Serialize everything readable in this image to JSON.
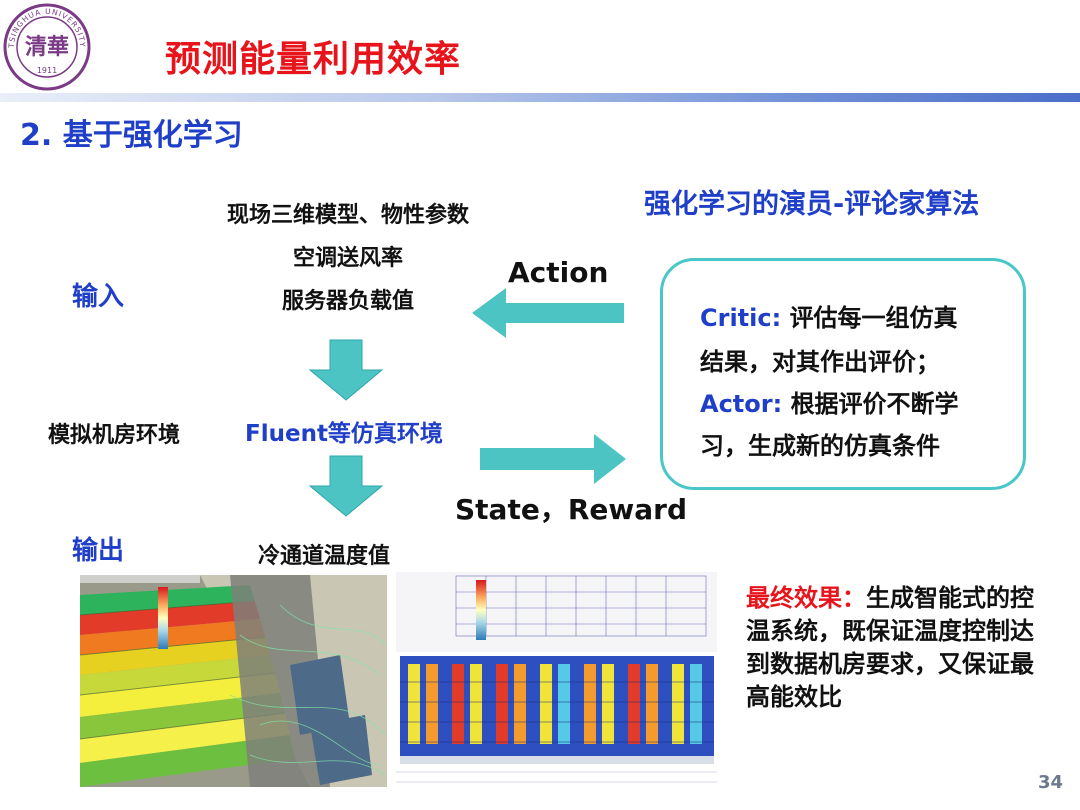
{
  "header": {
    "title": "预测能量利用效率",
    "logo": {
      "text_top": "TSINGHUA UNIVERSITY",
      "year": "1911",
      "center": "清華"
    }
  },
  "subtitle": "2. 基于强化学习",
  "flow": {
    "input_label": "输入",
    "output_label": "输出",
    "input_lines": [
      "现场三维模型、物性参数",
      "空调送风率",
      "服务器负载值"
    ],
    "sim_left": "模拟机房环境",
    "sim_center": "Fluent等仿真环境",
    "output_text": "冷通道温度值",
    "action_label": "Action",
    "state_label": "State，Reward"
  },
  "actor_critic": {
    "heading": "强化学习的演员-评论家算法",
    "critic_key": "Critic:",
    "critic_line1": "评估每一组仿真",
    "critic_line2": "结果，对其作出评价；",
    "actor_key": "Actor:",
    "actor_line1": "根据评价不断学",
    "actor_line2": "习，生成新的仿真条件"
  },
  "result": {
    "key": "最终效果：",
    "text": "生成智能式的控温系统，既保证温度控制达到数据机房要求，又保证最高能效比"
  },
  "page_number": "34",
  "colors": {
    "title_red": "#e8141b",
    "accent_blue": "#1f3fc8",
    "teal": "#48c6c8",
    "logo_purple": "#7a3a86"
  }
}
